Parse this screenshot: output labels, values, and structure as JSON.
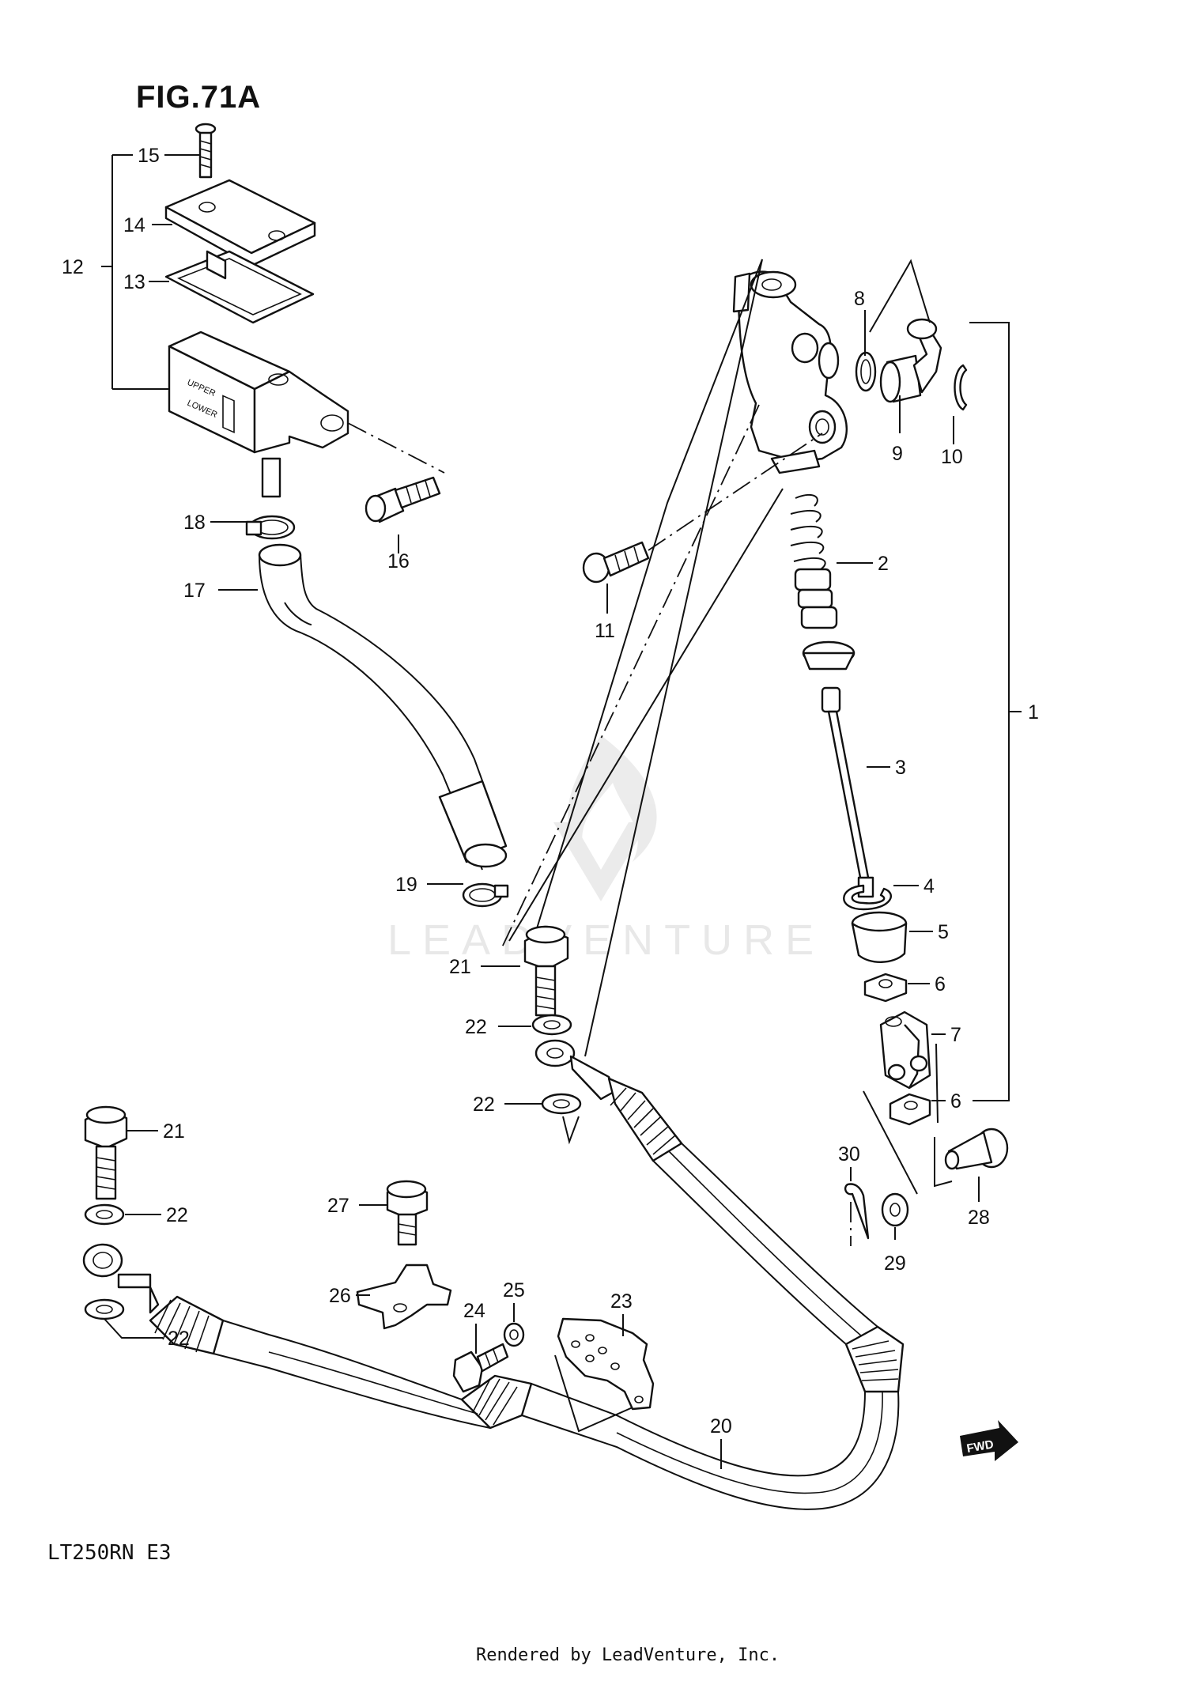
{
  "figure": {
    "title": "FIG.71A",
    "model": "LT250RN E3",
    "footer": "Rendered by LeadVenture, Inc.",
    "watermark": "LEADVENTURE",
    "fwd_label": "FWD"
  },
  "callouts": [
    "15",
    "14",
    "13",
    "12",
    "18",
    "16",
    "17",
    "8",
    "9",
    "10",
    "11",
    "2",
    "1",
    "3",
    "19",
    "4",
    "5",
    "21",
    "6",
    "22",
    "7",
    "22",
    "6",
    "21",
    "30",
    "28",
    "22",
    "27",
    "29",
    "26",
    "25",
    "23",
    "24",
    "22",
    "20"
  ]
}
